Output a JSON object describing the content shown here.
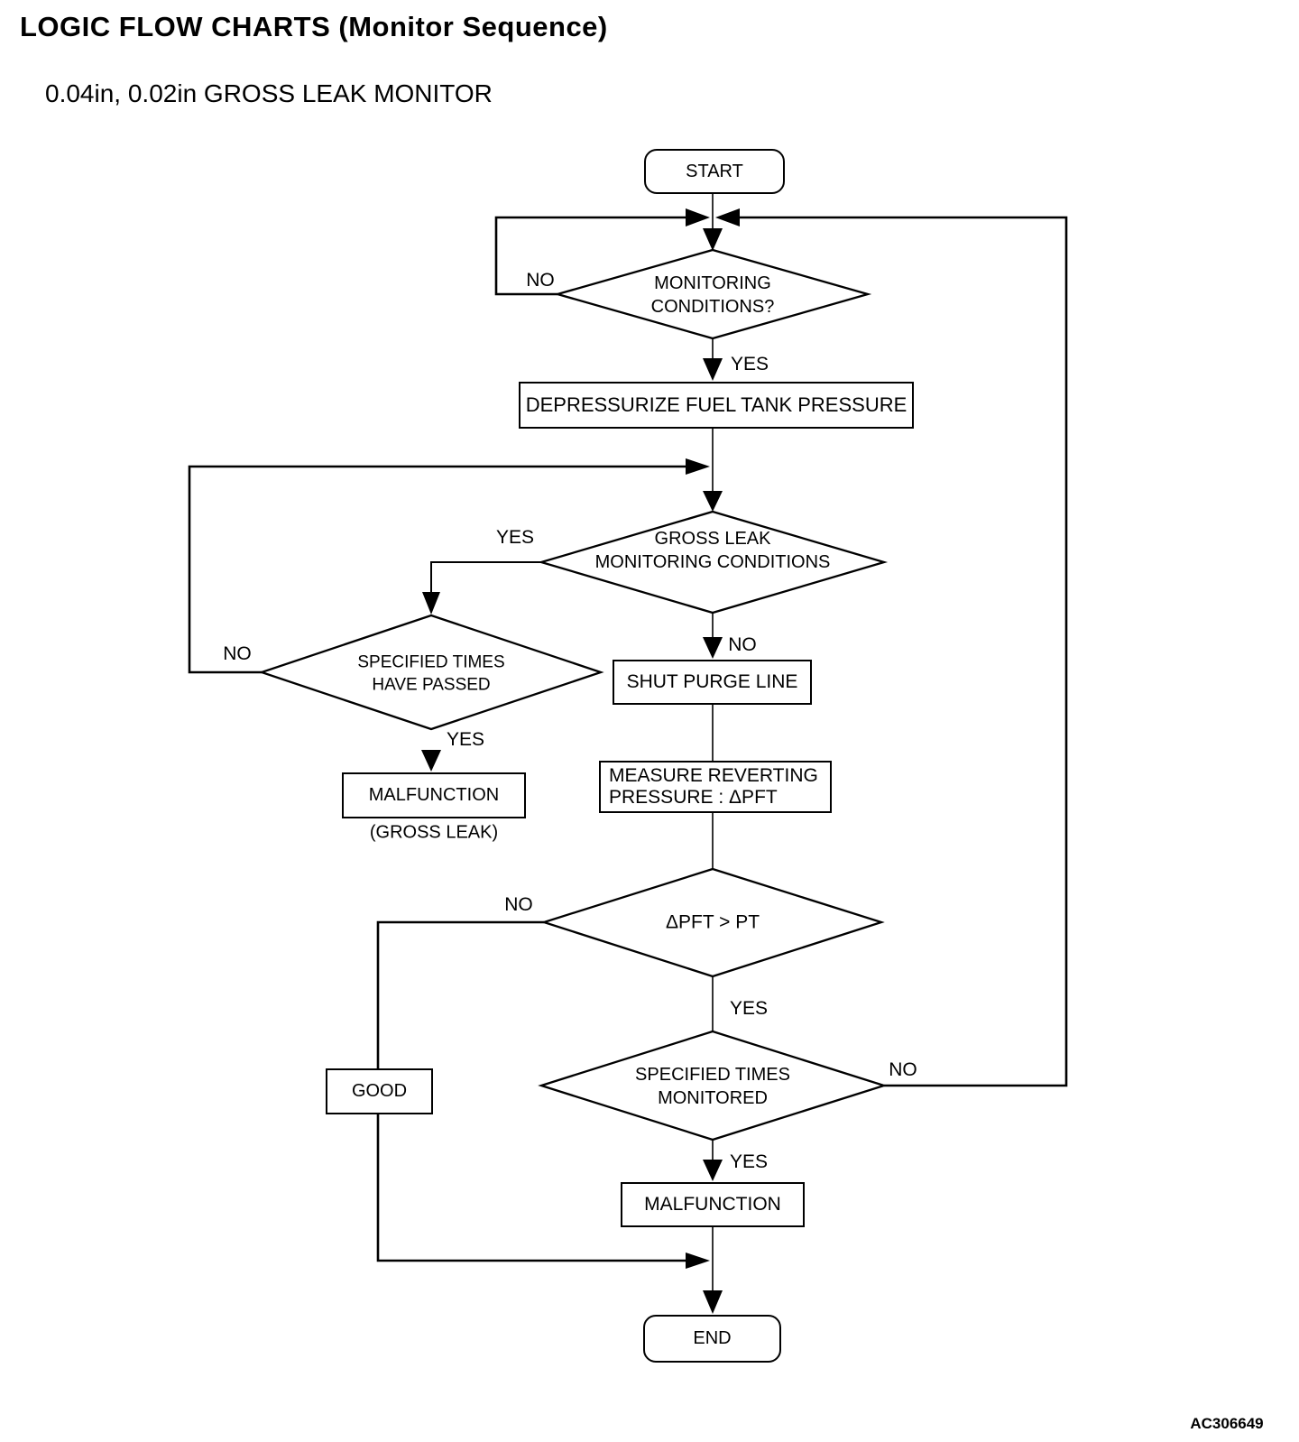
{
  "page": {
    "title": "LOGIC FLOW CHARTS (Monitor Sequence)",
    "subtitle": "0.04in, 0.02in GROSS LEAK MONITOR",
    "figure_code": "AC306649"
  },
  "flowchart": {
    "colors": {
      "line": "#000000",
      "background": "#ffffff"
    },
    "nodes": {
      "start": {
        "type": "terminator",
        "label": "START"
      },
      "monitoring_conditions": {
        "type": "decision",
        "line1": "MONITORING",
        "line2": "CONDITIONS?"
      },
      "depressurize": {
        "type": "process",
        "label": "DEPRESSURIZE FUEL TANK PRESSURE"
      },
      "gross_leak_conditions": {
        "type": "decision",
        "line1": "GROSS LEAK",
        "line2": "MONITORING CONDITIONS"
      },
      "specified_times_passed": {
        "type": "decision",
        "line1": "SPECIFIED TIMES",
        "line2": "HAVE PASSED"
      },
      "malfunction_gross_leak": {
        "type": "process",
        "label": "MALFUNCTION",
        "caption": "(GROSS LEAK)"
      },
      "shut_purge_line": {
        "type": "process",
        "label": "SHUT PURGE LINE"
      },
      "measure_reverting": {
        "type": "process",
        "line1": "MEASURE REVERTING",
        "line2": "PRESSURE : ΔPFT"
      },
      "dpft_gt_pt": {
        "type": "decision",
        "label": "ΔPFT > PT"
      },
      "specified_times_monitored": {
        "type": "decision",
        "line1": "SPECIFIED TIMES",
        "line2": "MONITORED"
      },
      "good": {
        "type": "process",
        "label": "GOOD"
      },
      "malfunction": {
        "type": "process",
        "label": "MALFUNCTION"
      },
      "end": {
        "type": "terminator",
        "label": "END"
      }
    },
    "edge_labels": {
      "monitoring_no": "NO",
      "monitoring_yes": "YES",
      "gross_leak_yes": "YES",
      "gross_leak_no": "NO",
      "times_passed_no": "NO",
      "times_passed_yes": "YES",
      "dpft_no": "NO",
      "dpft_yes": "YES",
      "monitored_no": "NO",
      "monitored_yes": "YES"
    }
  }
}
